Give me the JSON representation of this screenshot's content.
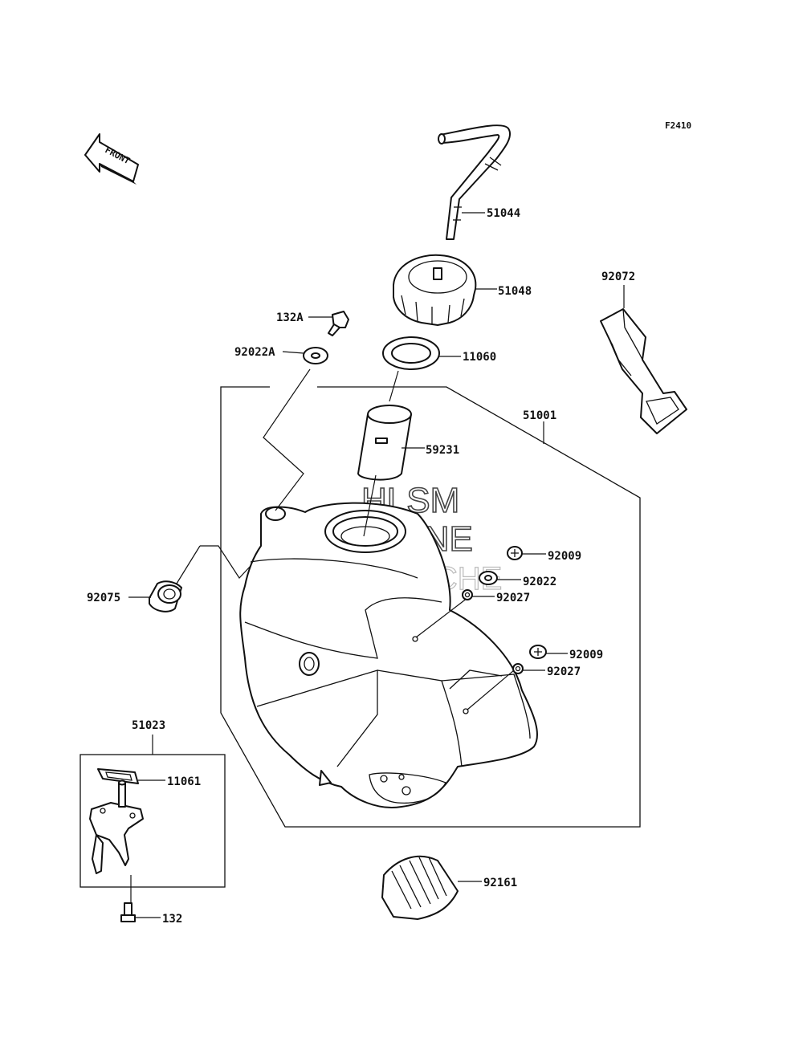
{
  "figure_code": "F2410",
  "front_label": "FRONT",
  "watermark": [
    "HLSM",
    "ONLINE",
    "MICROFICHE"
  ],
  "parts": {
    "p51044": "51044",
    "p51048": "51048",
    "p92072": "92072",
    "p132A": "132A",
    "p92022A": "92022A",
    "p11060": "11060",
    "p51001": "51001",
    "p59231": "59231",
    "p92009a": "92009",
    "p92022": "92022",
    "p92027a": "92027",
    "p92075": "92075",
    "p92009b": "92009",
    "p92027b": "92027",
    "p51023": "51023",
    "p11061": "11061",
    "p92161": "92161",
    "p132": "132"
  }
}
